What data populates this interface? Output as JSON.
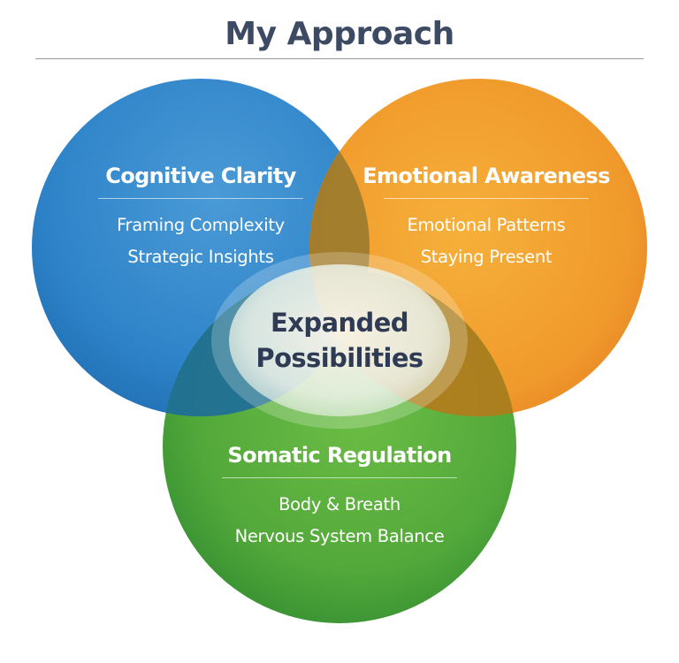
{
  "title": "My Approach",
  "colors": {
    "title": "#3d4a63",
    "cognitive": "#2f84c9",
    "emotional": "#f09a2c",
    "somatic": "#4ea63a",
    "center_text": "#2f3b55"
  },
  "circles": {
    "cognitive": {
      "heading": "Cognitive Clarity",
      "items": [
        "Framing Complexity",
        "Strategic Insights"
      ]
    },
    "emotional": {
      "heading": "Emotional Awareness",
      "items": [
        "Emotional Patterns",
        "Staying Present"
      ]
    },
    "somatic": {
      "heading": "Somatic Regulation",
      "items": [
        "Body & Breath",
        "Nervous System Balance"
      ]
    }
  },
  "center": {
    "line1": "Expanded",
    "line2": "Possibilities"
  }
}
